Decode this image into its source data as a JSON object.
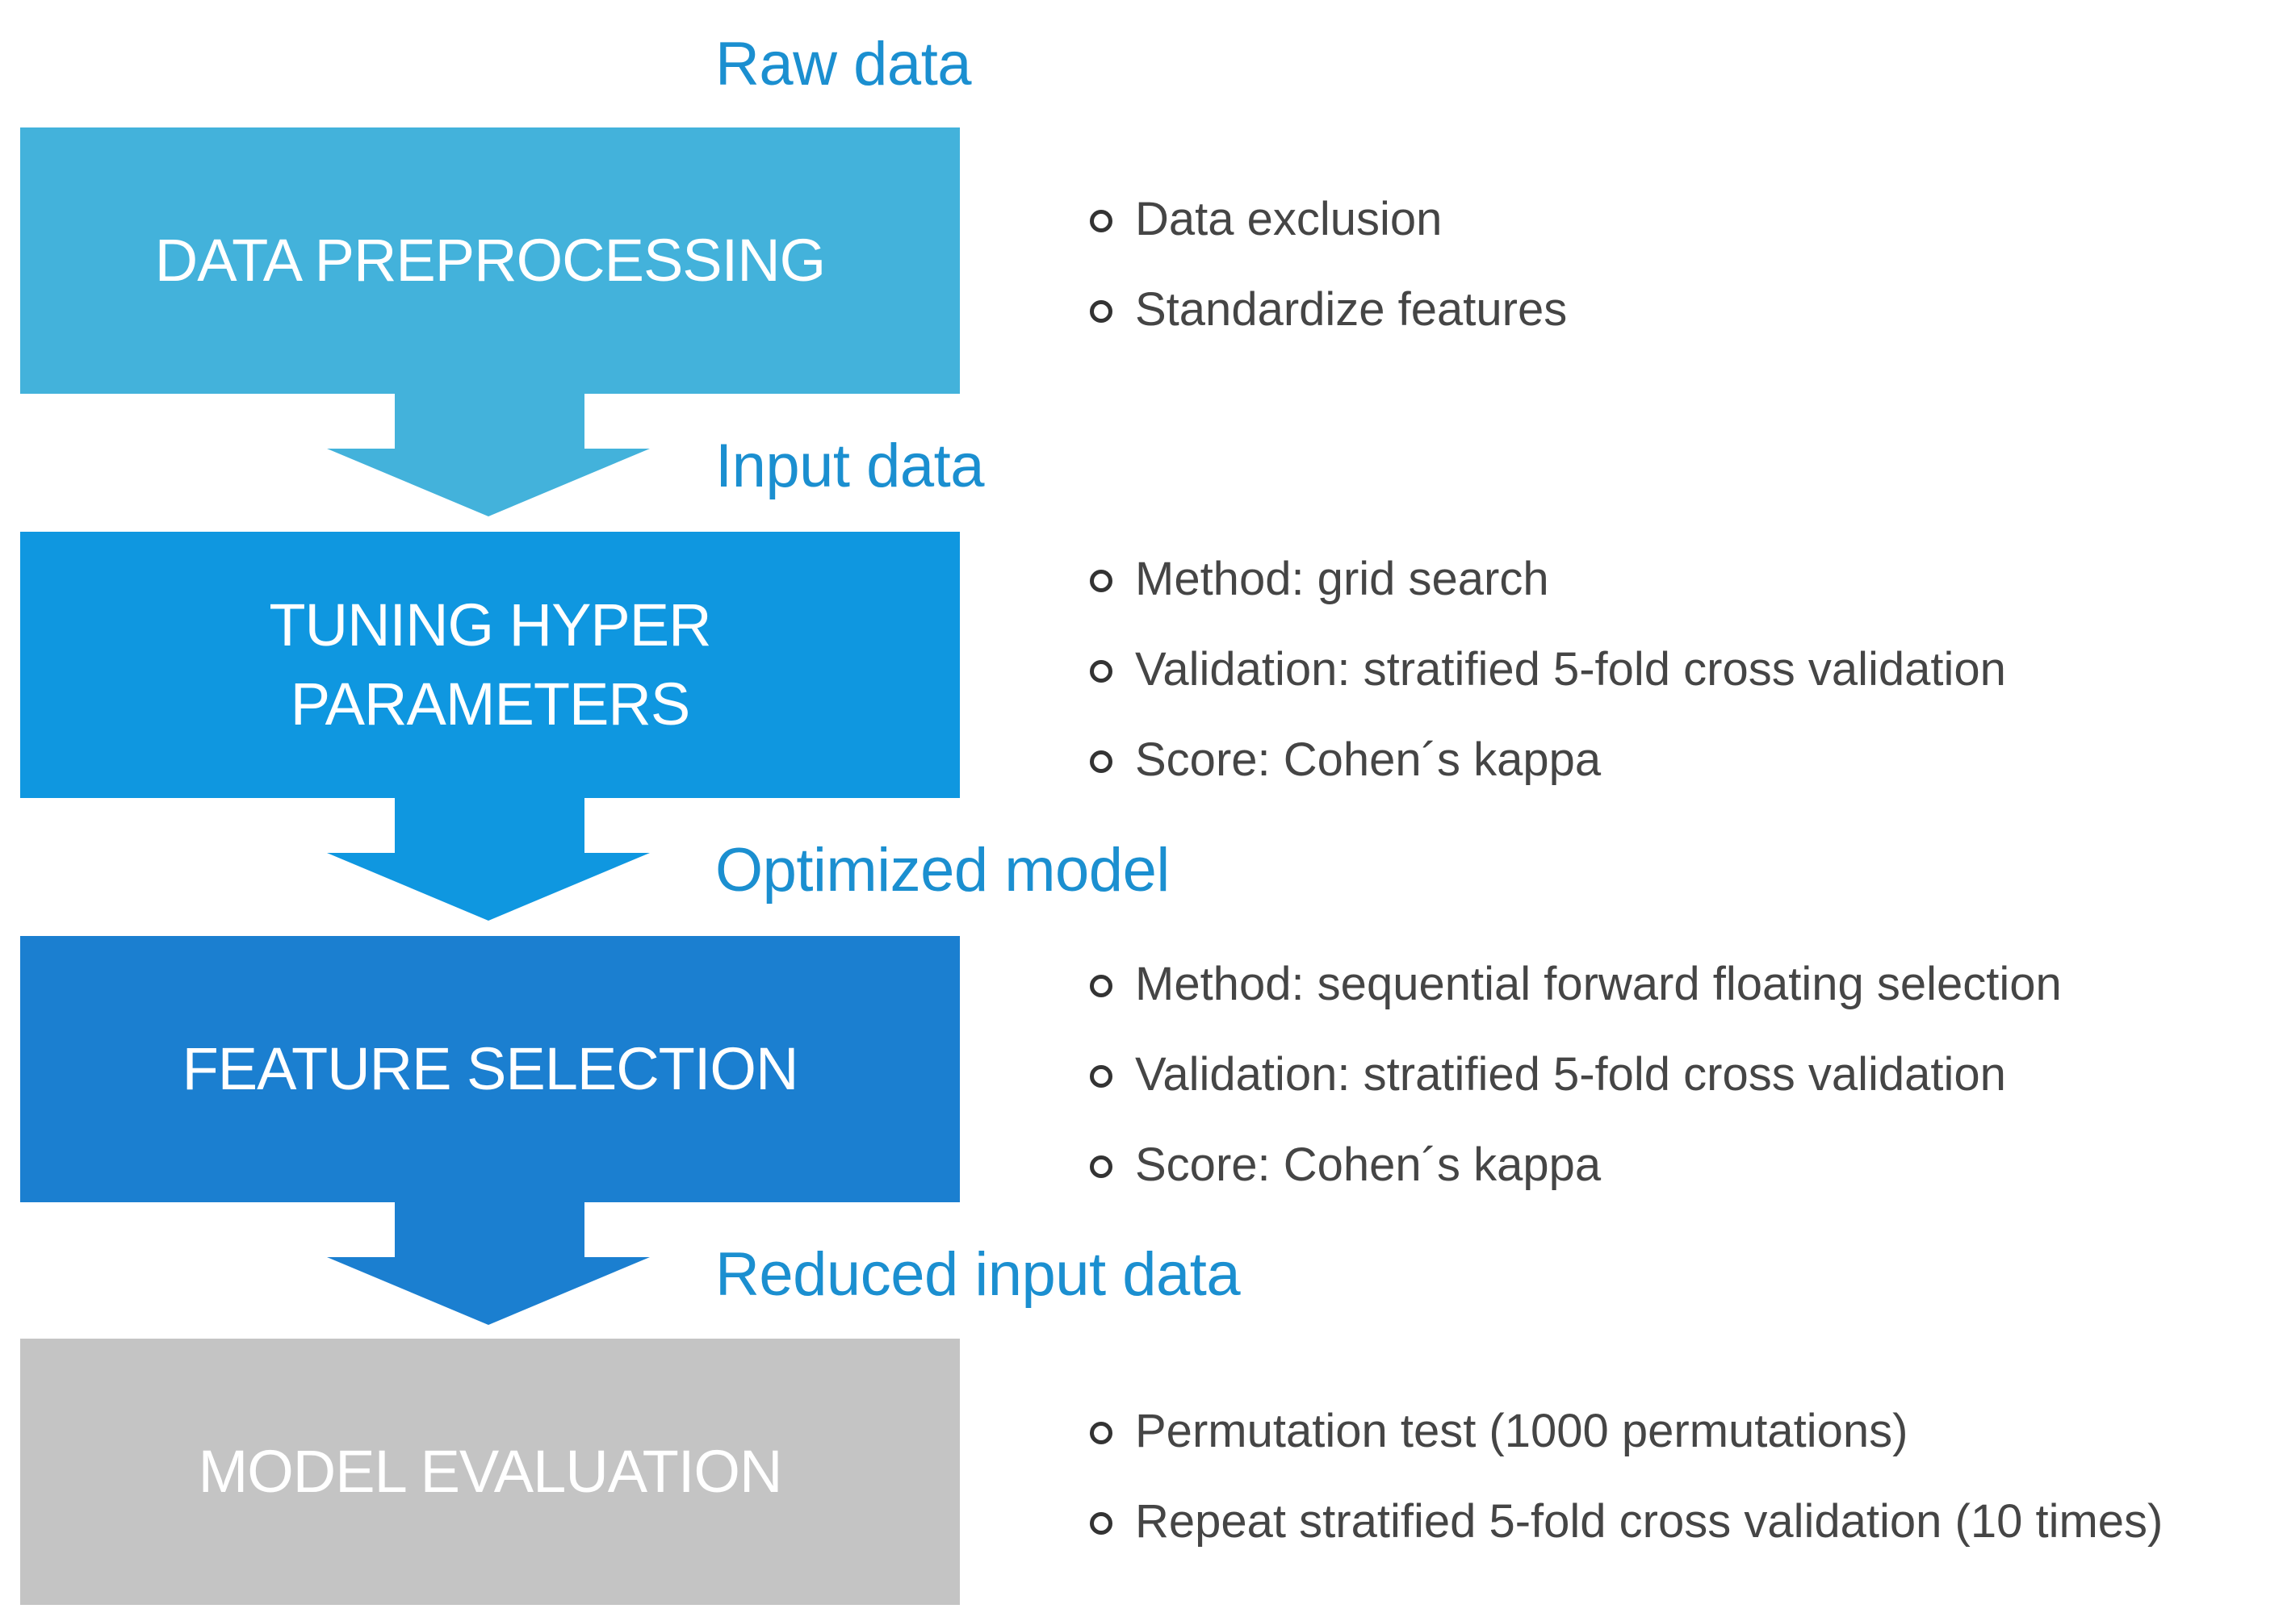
{
  "colors": {
    "preprocessing": "#43b2db",
    "tuning": "#0f97e0",
    "selection": "#1b7fd0",
    "evaluation": "#c4c4c4",
    "flow_label": "#1b8fd0",
    "bullet_text": "#454545"
  },
  "icons": {
    "bullet": "open-circle-icon",
    "arrow": "down-arrow-icon"
  },
  "flow_labels": {
    "raw": "Raw data",
    "input": "Input data",
    "optimized": "Optimized model",
    "reduced": "Reduced input data"
  },
  "stages": [
    {
      "title": "DATA PREPROCESSING",
      "bullets": [
        "Data exclusion",
        "Standardize features"
      ]
    },
    {
      "title": "TUNING HYPER\nPARAMETERS",
      "bullets": [
        "Method: grid search",
        "Validation: stratified 5-fold cross validation",
        "Score: Cohen´s kappa"
      ]
    },
    {
      "title": "FEATURE SELECTION",
      "bullets": [
        "Method: sequential forward floating selection",
        "Validation: stratified 5-fold cross validation",
        "Score: Cohen´s kappa"
      ]
    },
    {
      "title": "MODEL EVALUATION",
      "bullets": [
        "Permutation test (1000 permutations)",
        "Repeat stratified 5-fold cross validation (10 times)"
      ]
    }
  ]
}
